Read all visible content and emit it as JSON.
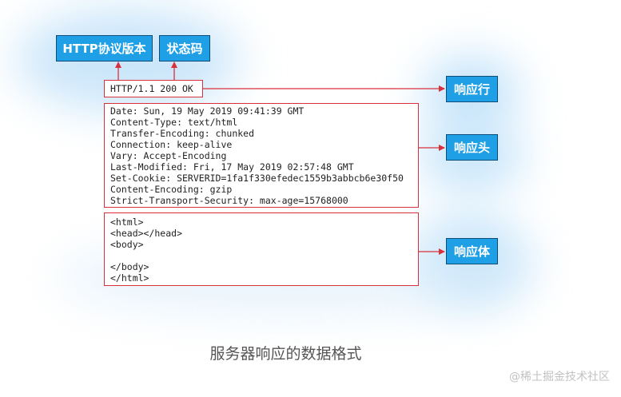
{
  "labels": {
    "http_version": "HTTP协议版本",
    "status_code": "状态码",
    "response_line": "响应行",
    "response_headers": "响应头",
    "response_body": "响应体"
  },
  "status_line": "HTTP/1.1 200 OK",
  "headers": [
    "Date: Sun, 19 May 2019 09:41:39 GMT",
    "Content-Type: text/html",
    "Transfer-Encoding: chunked",
    "Connection: keep-alive",
    "Vary: Accept-Encoding",
    "Last-Modified: Fri, 17 May 2019 02:57:48 GMT",
    "Set-Cookie: SERVERID=1fa1f330efedec1559b3abbcb6e30f50",
    "Content-Encoding: gzip",
    "Strict-Transport-Security: max-age=15768000"
  ],
  "body": [
    "<html>",
    "<head></head>",
    "<body>",
    "",
    "</body>",
    "</html>"
  ],
  "caption": "服务器响应的数据格式",
  "watermark": "@稀土掘金技术社区",
  "colors": {
    "label_fill": "#1e9fe6",
    "label_border": "#0f4d7a",
    "frame_red": "#d9303d",
    "glow_blue": "#b9def8"
  }
}
